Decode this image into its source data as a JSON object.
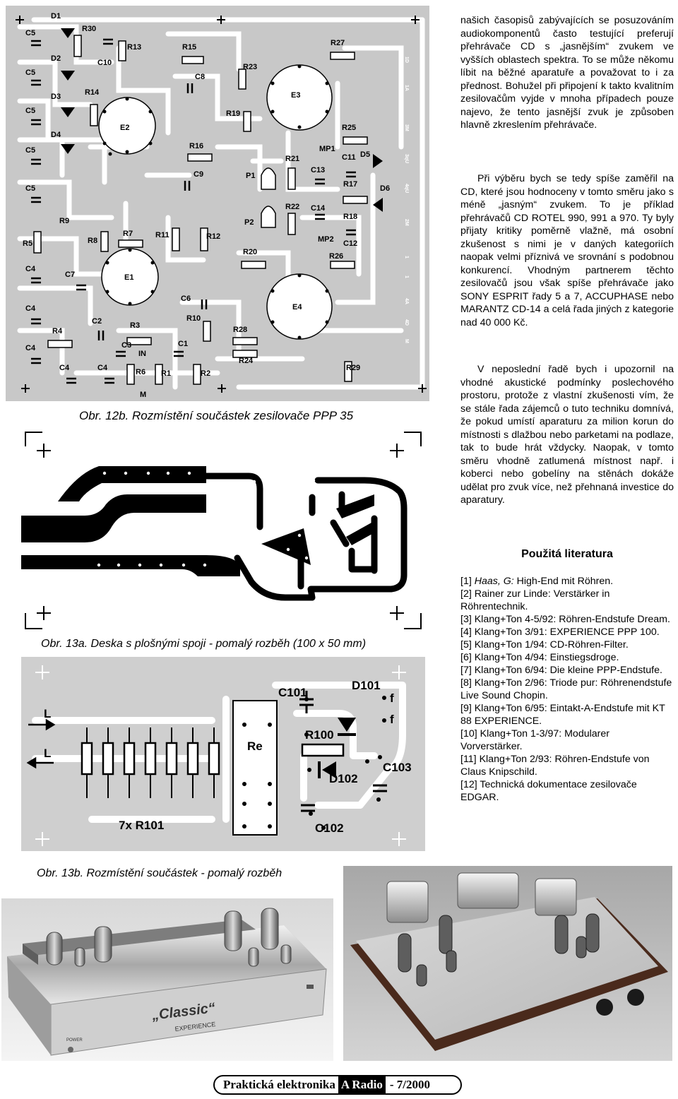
{
  "fig12b": {
    "caption": "Obr. 12b. Rozmístění součástek zesilovače PPP 35",
    "labels": [
      "C5",
      "C5",
      "C5",
      "C5",
      "C5",
      "R5",
      "C4",
      "C4",
      "C4",
      "D1",
      "D2",
      "D3",
      "D4",
      "R30",
      "C10",
      "R13",
      "R14",
      "E2",
      "R15",
      "C8",
      "R23",
      "R27",
      "E3",
      "R19",
      "R16",
      "C9",
      "P1",
      "R21",
      "C13",
      "R25",
      "C11",
      "D5",
      "MP1",
      "R17",
      "D6",
      "R22",
      "C14",
      "R18",
      "P2",
      "MP2",
      "C12",
      "R9",
      "R8",
      "R7",
      "R11",
      "R12",
      "R20",
      "R26",
      "E1",
      "E4",
      "C7",
      "C6",
      "R10",
      "C2",
      "R3",
      "C3",
      "C1",
      "R4",
      "IN",
      "R28",
      "R24",
      "C4",
      "C4",
      "R6",
      "R1",
      "R2",
      "R29",
      "M"
    ],
    "edge_labels": [
      "1D",
      "1A",
      "3M",
      "3qU",
      "4qU",
      "2M",
      "1",
      "1",
      "4A",
      "4D",
      "M"
    ]
  },
  "fig13a": {
    "caption": "Obr. 13a. Deska s plošnými spoji - pomalý rozběh (100 x 50 mm)"
  },
  "fig13b": {
    "caption": "Obr. 13b. Rozmístění součástek - pomalý rozběh",
    "labels": {
      "l_top": "L",
      "l_bottom": "L",
      "resistors": "7x R101",
      "relay": "Re",
      "c101": "C101",
      "d101": "D101",
      "f1": "f",
      "f2": "f",
      "r100": "R100",
      "d102": "D102",
      "c103": "C103",
      "c102": "C102"
    }
  },
  "text": {
    "p1": "našich časopisů zabývajících se posuzováním audiokomponentů často testující preferují přehrávače CD s „jasnějším“ zvukem ve vyšších oblastech spektra. To se může někomu líbit na běžné aparatuře a považovat to i za přednost. Bohužel při připojení k takto kvalitním zesilovačům vyjde v mnoha případech pouze najevo, že tento jasnější zvuk je způsoben hlavně zkreslením přehrávače.",
    "p2": "Při výběru bych se tedy spíše zaměřil na CD, které jsou hodnoceny v tomto směru jako s méně „jasným“ zvukem. To je příklad přehrávačů CD ROTEL 990, 991 a 970. Ty byly přijaty kritiky poměrně vlažně, má osobní zkušenost s nimi je v daných kategoriích naopak velmi příznivá ve srovnání s podobnou konkurencí. Vhodným partnerem těchto zesilovačů jsou však spíše přehrávače jako SONY ESPRIT řady 5 a 7, ACCUPHASE nebo MARANTZ CD-14 a celá řada jiných z kategorie nad 40 000 Kč.",
    "p3": "V neposlední řadě bych i upozornil na vhodné akustické podmínky poslechového prostoru, protože z vlastní zkušenosti vím, že se stále řada zájemců o tuto techniku domnívá, že pokud umístí aparaturu za milion korun do místnosti s dlažbou nebo parketami na podlaze, tak to bude hrát vždycky. Naopak, v tomto směru vhodně zatlumená místnost např. i koberci nebo gobelíny na stěnách dokáže udělat pro zvuk více, než přehnaná investice do aparatury."
  },
  "literature": {
    "heading": "Použitá literatura",
    "items": [
      {
        "num": "[1] ",
        "auth": "Haas, G:",
        "rest": " High-End mit Röhren."
      },
      {
        "num": "[2] ",
        "auth": "",
        "rest": "Rainer zur Linde: Verstärker in Röhrentechnik."
      },
      {
        "num": "[3] ",
        "auth": "",
        "rest": "Klang+Ton 4-5/92: Röhren-Endstufe Dream."
      },
      {
        "num": "[4] ",
        "auth": "",
        "rest": "Klang+Ton 3/91: EXPERIENCE PPP 100."
      },
      {
        "num": "[5] ",
        "auth": "",
        "rest": "Klang+Ton 1/94: CD-Röhren-Filter."
      },
      {
        "num": "[6] ",
        "auth": "",
        "rest": "Klang+Ton 4/94: Einstiegsdroge."
      },
      {
        "num": "[7] ",
        "auth": "",
        "rest": "Klang+Ton 6/94: Die kleine PPP-Endstufe."
      },
      {
        "num": "[8] ",
        "auth": "",
        "rest": "Klang+Ton 2/96: Triode pur: Röhrenendstufe Live Sound Chopin."
      },
      {
        "num": "[9] ",
        "auth": "",
        "rest": "Klang+Ton 6/95: Eintakt-A-Endstufe mit KT 88 EXPERIENCE."
      },
      {
        "num": "[10] ",
        "auth": "",
        "rest": "Klang+Ton 1-3/97: Modularer Vorverstärker."
      },
      {
        "num": "[11] ",
        "auth": "",
        "rest": "Klang+Ton 2/93: Röhren-Endstufe von Claus Knipschild."
      },
      {
        "num": "[12] ",
        "auth": "",
        "rest": "Technická dokumentace zesilovače EDGAR."
      }
    ]
  },
  "photo_left": {
    "logo_text": "„Classic“",
    "sub_text": "EXPERIENCE",
    "power_label": "POWER"
  },
  "footer": {
    "part1": "Praktická elektronika",
    "part2": "A Radio",
    "part3": "- 7/2000"
  }
}
